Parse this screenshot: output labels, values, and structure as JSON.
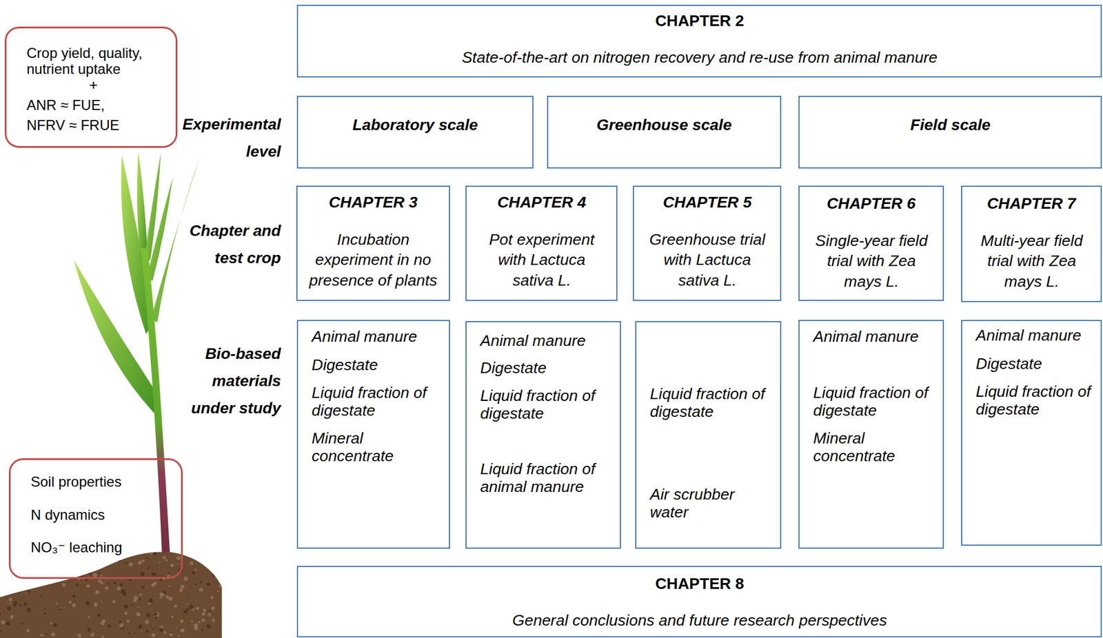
{
  "diagram": {
    "nodes": [
      {
        "text": [
          "Crop yield, quality, nutrient uptake",
          "+",
          "ANR ≈ FUE,",
          "NFRV ≈ FRUE"
        ]
      },
      {
        "text": [
          "CHAPTER 2",
          "State-of-the-art on nitrogen recovery and re-use from animal manure"
        ]
      },
      {
        "text": [
          "Laboratory scale"
        ]
      },
      {
        "text": [
          "Greenhouse scale"
        ]
      },
      {
        "text": [
          "Field scale"
        ]
      },
      {
        "text": [
          "CHAPTER 3",
          "Incubation experiment in no presence of plants"
        ]
      },
      {
        "text": [
          "CHAPTER 4",
          "Pot experiment with Lactuca sativa L."
        ]
      },
      {
        "text": [
          "CHAPTER 5",
          "Greenhouse trial with Lactuca sativa L."
        ]
      },
      {
        "text": [
          "CHAPTER 6",
          "Single-year field trial with Zea mays L."
        ]
      },
      {
        "text": [
          "CHAPTER 7",
          "Multi-year field trial with Zea mays L."
        ]
      },
      {
        "text": [
          "Animal manure",
          "Digestate",
          "Liquid fraction of digestate",
          "Mineral concentrate"
        ]
      },
      {
        "text": [
          "Animal manure",
          "Digestate",
          "Liquid fraction of digestate",
          "Liquid fraction of animal manure"
        ]
      },
      {
        "text": [
          "Liquid fraction of digestate",
          "Air scrubber water"
        ]
      },
      {
        "text": [
          "Animal manure",
          "Liquid fraction of digestate",
          "Mineral concentrate"
        ]
      },
      {
        "text": [
          "Animal manure",
          "Digestate",
          "Liquid fraction of digestate"
        ]
      },
      {
        "text": [
          "Soil properties",
          "N dynamics",
          "NO₃⁻ leaching"
        ]
      },
      {
        "text": [
          "CHAPTER 8",
          "General conclusions and future research perspectives"
        ]
      }
    ],
    "labels": [
      "Experimental level",
      "Chapter and test crop",
      "Bio-based materials under study"
    ]
  }
}
